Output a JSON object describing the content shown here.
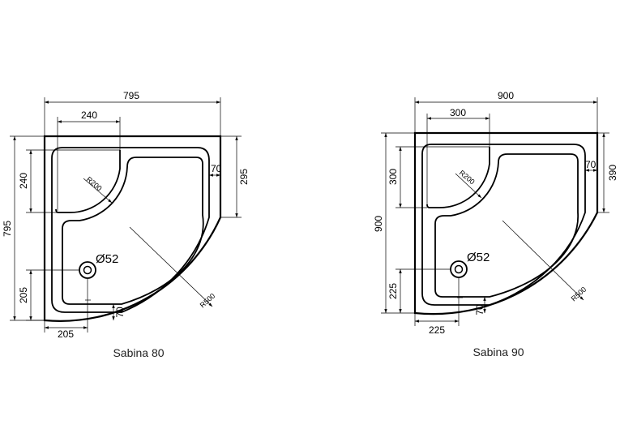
{
  "trays": [
    {
      "caption": "Sabina 80",
      "width": "795",
      "depth": "795",
      "seat_width": "240",
      "seat_depth": "240",
      "seat_radius": "R200",
      "rim": "70",
      "rim_bottom": "70",
      "side": "295",
      "drain_x": "205",
      "drain_y": "205",
      "drain": "Ø52",
      "radius": "R500"
    },
    {
      "caption": "Sabina 90",
      "width": "900",
      "depth": "900",
      "seat_width": "300",
      "seat_depth": "300",
      "seat_radius": "R200",
      "rim": "70",
      "rim_bottom": "70",
      "side": "390",
      "drain_x": "225",
      "drain_y": "225",
      "drain": "Ø52",
      "radius": "R500"
    }
  ]
}
